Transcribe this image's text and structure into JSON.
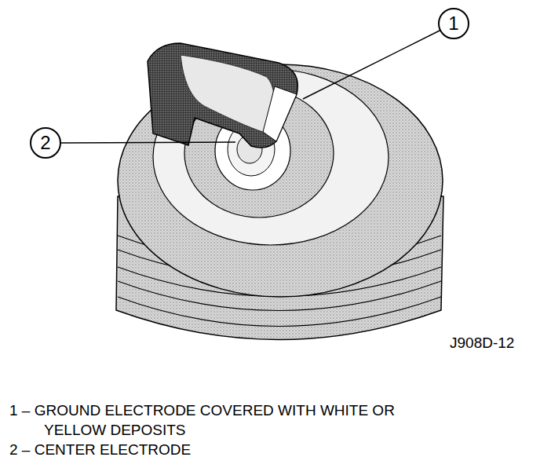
{
  "diagram": {
    "nodes": [
      {
        "text": [
          "1"
        ]
      },
      {
        "text": [
          "2"
        ]
      }
    ],
    "labels": [
      "J908D-12",
      "1 – GROUND ELECTRODE COVERED WITH WHITE OR YELLOW DEPOSITS",
      "2 – CENTER ELECTRODE"
    ]
  }
}
